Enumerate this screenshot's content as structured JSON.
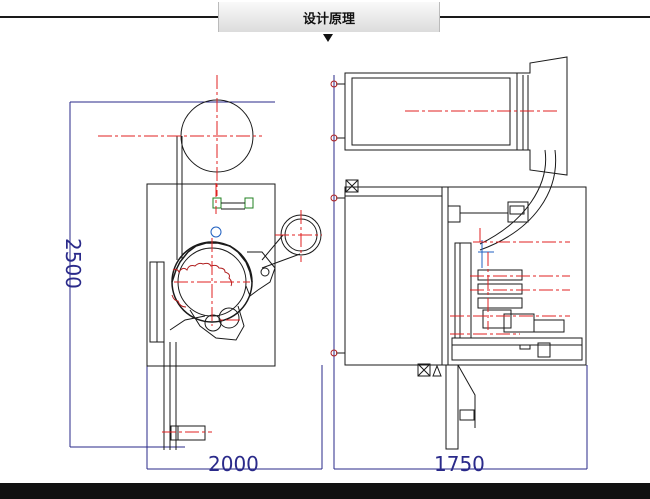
{
  "header": {
    "title": "设计原理"
  },
  "dimensions": {
    "height": "2500",
    "width_left": "2000",
    "width_right": "1750"
  },
  "colors": {
    "dimension": "#2a2a8a",
    "centerline": "#e02020",
    "outline": "#1a1a1a",
    "accent": "#2060c0"
  },
  "icons": {
    "title_marker": "triangle-down-icon"
  }
}
